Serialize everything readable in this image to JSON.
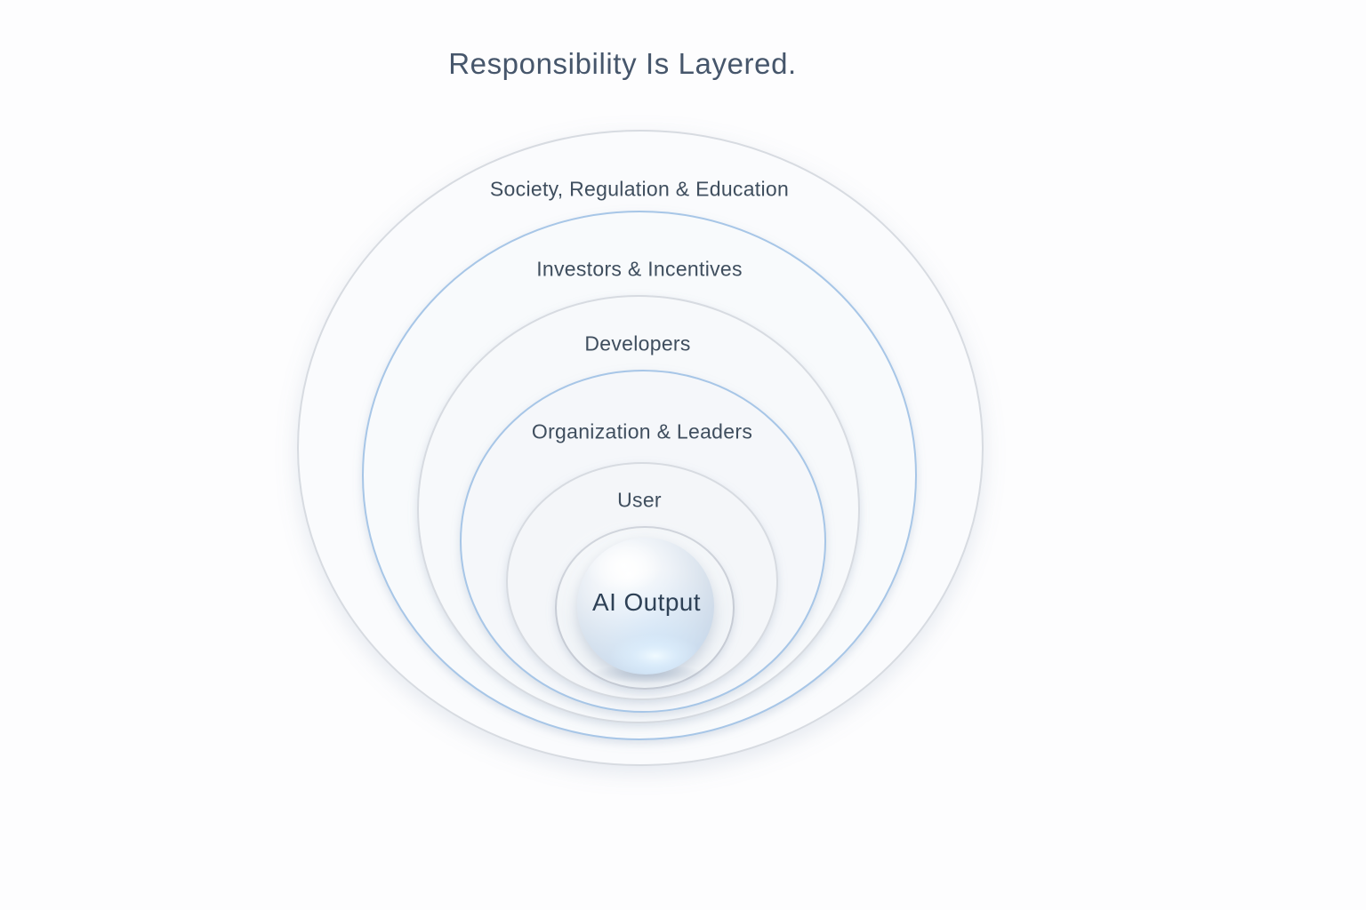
{
  "title": "Responsibility Is Layered.",
  "layers": [
    {
      "id": "society",
      "label": "Society, Regulation & Education"
    },
    {
      "id": "investors",
      "label": "Investors & Incentives"
    },
    {
      "id": "developers",
      "label": "Developers"
    },
    {
      "id": "organization",
      "label": "Organization & Leaders"
    },
    {
      "id": "user",
      "label": "User"
    }
  ],
  "core": {
    "label": "AI Output"
  },
  "colors": {
    "background": "#fdfdfe",
    "title_text": "#46566b",
    "label_text": "#3f4e5e",
    "core_text": "#2e4156",
    "ring_gray": "#d7dbe1",
    "ring_gray_inner": "#c7ccd5",
    "ring_blue": "#a7c6e7",
    "sphere_base": "#d8e1ec",
    "sphere_glow": "#e8f5ff"
  }
}
